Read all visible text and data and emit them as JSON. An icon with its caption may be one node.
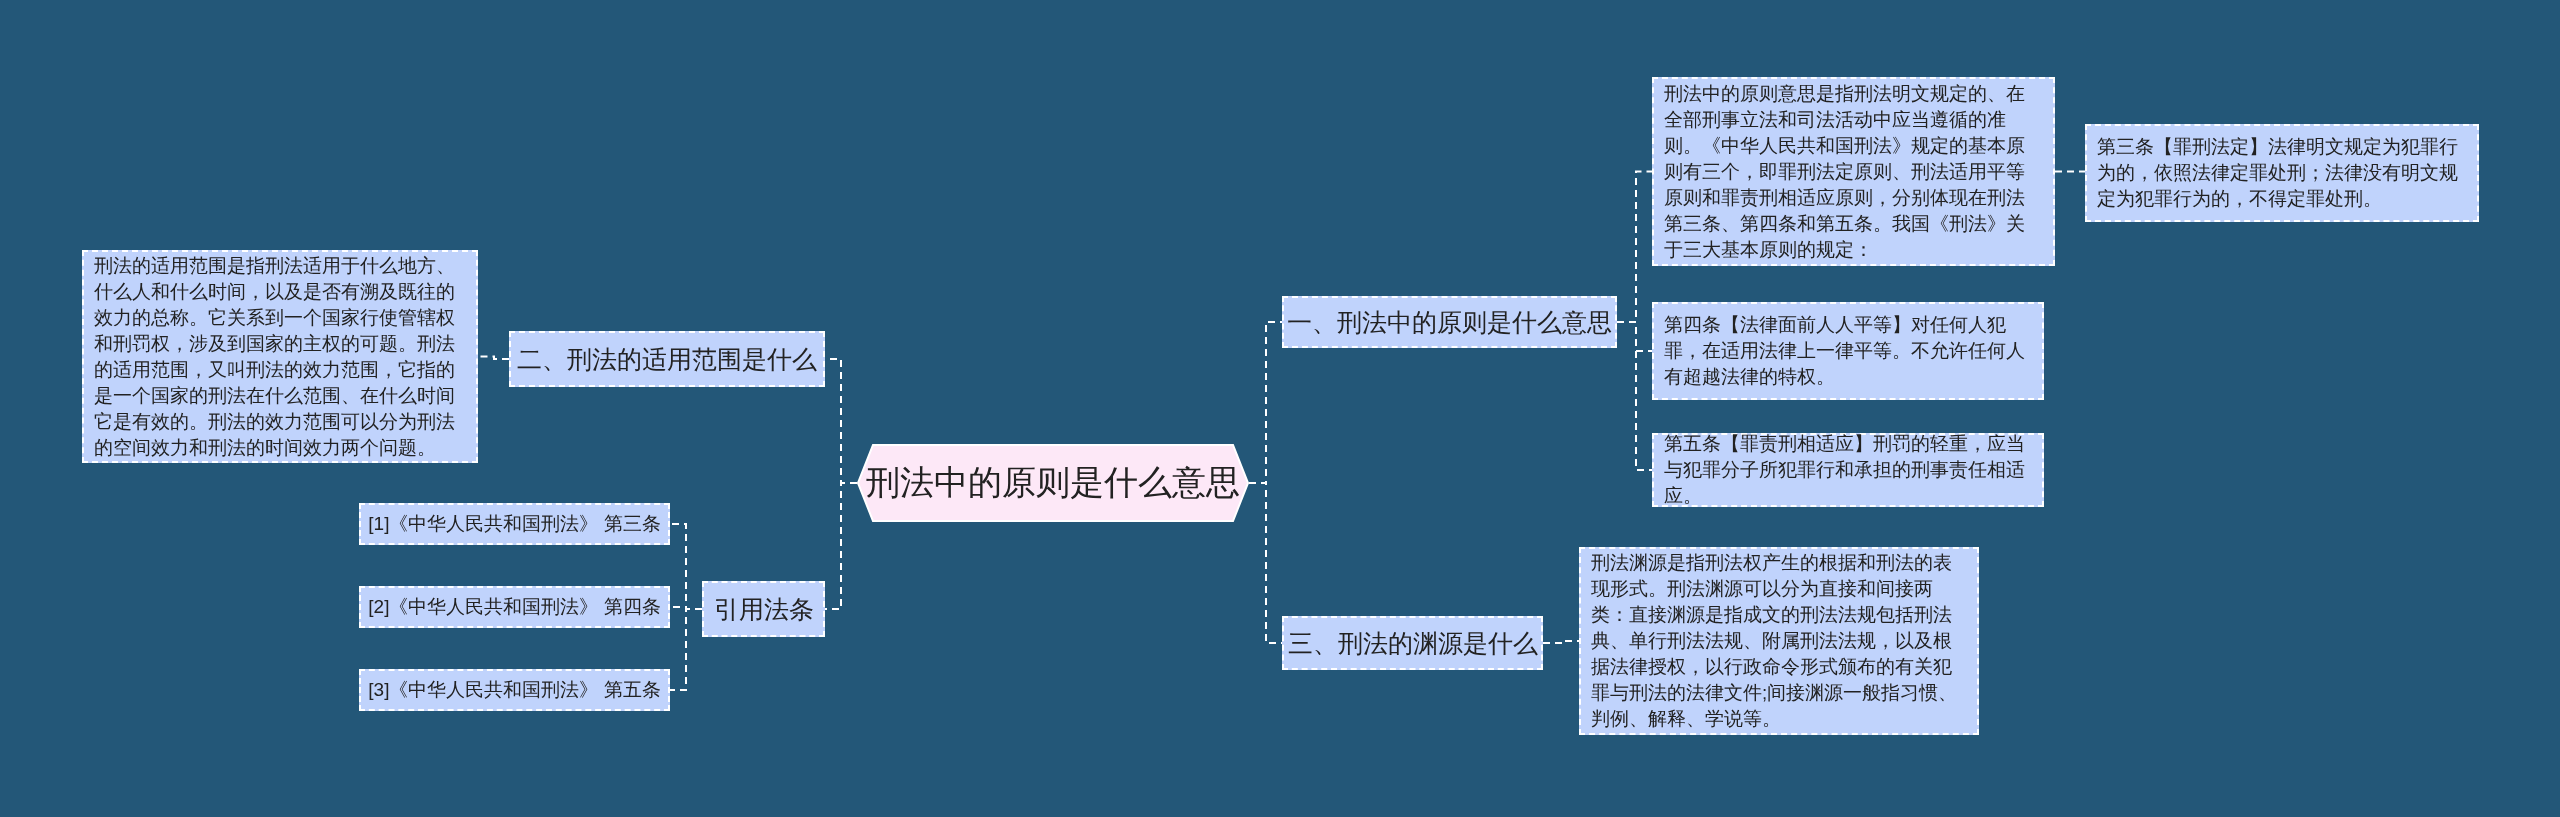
{
  "diagram": {
    "nodes": [
      {
        "text": [
          "刑法中的原则是什么意思"
        ]
      },
      {
        "text": [
          "二、刑法的适用范围是什么"
        ]
      },
      {
        "text": [
          "刑法的适用范围是指刑法适用于什么地方、什么人和什么时间，以及是否有溯及既往的效力的总称。它关系到一个国家行使管辖权和刑罚权，涉及到国家的主权的可题。刑法的适用范围，又叫刑法的效力范围，它指的是一个国家的刑法在什么范围、在什么时间它是有效的。刑法的效力范围可以分为刑法的空间效力和刑法的时间效力两个问题。"
        ]
      },
      {
        "text": [
          "引用法条"
        ]
      },
      {
        "text": [
          "[1]《中华人民共和国刑法》 第三条"
        ]
      },
      {
        "text": [
          "[2]《中华人民共和国刑法》 第四条"
        ]
      },
      {
        "text": [
          "[3]《中华人民共和国刑法》 第五条"
        ]
      },
      {
        "text": [
          "一、刑法中的原则是什么意思"
        ]
      },
      {
        "text": [
          "刑法中的原则意思是指刑法明文规定的、在全部刑事立法和司法活动中应当遵循的准则。《中华人民共和国刑法》规定的基本原则有三个，即罪刑法定原则、刑法适用平等原则和罪责刑相适应原则，分别体现在刑法第三条、第四条和第五条。我国《刑法》关于三大基本原则的规定："
        ]
      },
      {
        "text": [
          "第三条【罪刑法定】法律明文规定为犯罪行为的，依照法律定罪处刑；法律没有明文规定为犯罪行为的，不得定罪处刑。"
        ]
      },
      {
        "text": [
          "第四条【法律面前人人平等】对任何人犯罪，在适用法律上一律平等。不允许任何人有超越法律的特权。"
        ]
      },
      {
        "text": [
          "第五条【罪责刑相适应】刑罚的轻重，应当与犯罪分子所犯罪行和承担的刑事责任相适应。"
        ]
      },
      {
        "text": [
          "三、刑法的渊源是什么"
        ]
      },
      {
        "text": [
          "刑法渊源是指刑法权产生的根据和刑法的表现形式。刑法渊源可以分为直接和间接两类：直接渊源是指成文的刑法法规包括刑法典、单行刑法法规、附属刑法法规，以及根据法律授权，以行政命令形式颁布的有关犯罪与刑法的法律文件;间接渊源一般指习惯、判例、解释、学说等。"
        ]
      }
    ],
    "edges": [
      {
        "from": 0,
        "to": 1,
        "arrow": "none",
        "style": "dashed"
      },
      {
        "from": 1,
        "to": 2,
        "arrow": "none",
        "style": "dashed"
      },
      {
        "from": 0,
        "to": 3,
        "arrow": "none",
        "style": "dashed"
      },
      {
        "from": 3,
        "to": 4,
        "arrow": "none",
        "style": "dashed"
      },
      {
        "from": 3,
        "to": 5,
        "arrow": "none",
        "style": "dashed"
      },
      {
        "from": 3,
        "to": 6,
        "arrow": "none",
        "style": "dashed"
      },
      {
        "from": 0,
        "to": 7,
        "arrow": "none",
        "style": "dashed"
      },
      {
        "from": 7,
        "to": 8,
        "arrow": "none",
        "style": "dashed"
      },
      {
        "from": 8,
        "to": 9,
        "arrow": "none",
        "style": "dashed"
      },
      {
        "from": 7,
        "to": 10,
        "arrow": "none",
        "style": "dashed"
      },
      {
        "from": 7,
        "to": 11,
        "arrow": "none",
        "style": "dashed"
      },
      {
        "from": 0,
        "to": 12,
        "arrow": "none",
        "style": "dashed"
      },
      {
        "from": 12,
        "to": 13,
        "arrow": "none",
        "style": "dashed"
      }
    ]
  }
}
